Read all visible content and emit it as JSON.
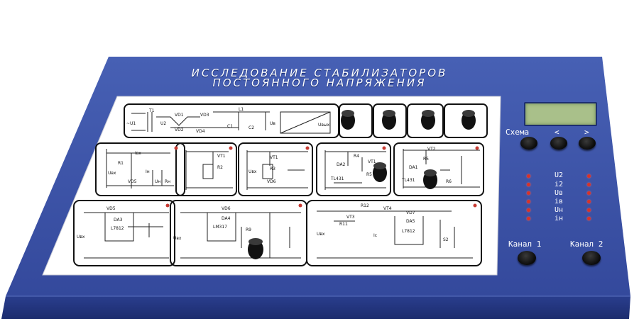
{
  "panel": {
    "title_line1": "ИССЛЕДОВАНИЕ СТАБИЛИЗАТОРОВ",
    "title_line2": "ПОСТОЯННОГО НАПРЯЖЕНИЯ"
  },
  "controls": {
    "scheme_label": "Схема",
    "prev_label": "<",
    "next_label": ">",
    "channel1_label": "Канал 1",
    "channel2_label": "Канал 2"
  },
  "indicators": [
    "U2",
    "i2",
    "Uв",
    "iв",
    "Uн",
    "iн"
  ],
  "schematic_labels": {
    "t1": "T1",
    "vd1": "VD1",
    "vd3": "VD3",
    "vd2": "VD2",
    "vd4": "VD4",
    "l1": "L1",
    "u1": "~U1",
    "u2": "U2",
    "c1": "C1",
    "c2": "C2",
    "uv": "Uв",
    "uvyh": "Uвых",
    "r1": "R1",
    "vt1": "VT1",
    "r2": "R2",
    "r3": "R3",
    "vd5": "VD5",
    "vd6": "VD6",
    "uvh": "Uвх",
    "in": "Iн",
    "rn": "Rн",
    "un": "Uн",
    "iv": "Iвх",
    "r4": "R4",
    "r5": "R5",
    "r6": "R6",
    "r9": "R9",
    "r11": "R11",
    "r12": "R12",
    "da1": "DA1",
    "da2": "DA2",
    "da3": "DA3",
    "da4": "DA4",
    "da5": "DA5",
    "vt2": "VT2",
    "vt3": "VT3",
    "vt4": "VT4",
    "vd7": "VD7",
    "tl431": "TL431",
    "l7812": "L7812",
    "lm317": "LM317",
    "s2": "S2",
    "ic": "Ic"
  },
  "colors": {
    "panel": "#3a52a6",
    "panel_dark": "#263a86",
    "panel_edge": "#1e2f70",
    "led": "#d7322a",
    "lcd": "#a9c08a"
  }
}
